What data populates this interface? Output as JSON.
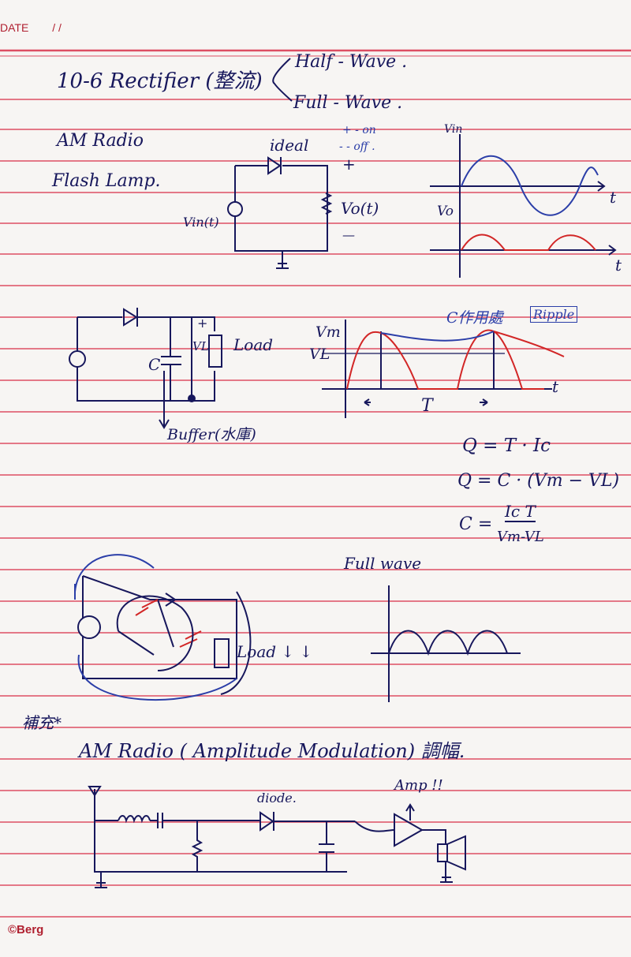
{
  "header": {
    "date_label": "DATE",
    "separators": "/      /"
  },
  "notes": {
    "title": "10-6 Rectifier (整流)",
    "half_wave": "Half - Wave .",
    "full_wave": "Full - Wave .",
    "apps": [
      "AM Radio",
      "Flash Lamp."
    ],
    "ideal": "ideal",
    "on_off_1": "+ - on",
    "on_off_2": "- - off .",
    "plus": "+",
    "minus": "—",
    "vin": "Vin(t)",
    "vo_t": "Vo(t)",
    "graph_vin": "Vin",
    "graph_vo": "Vo",
    "t": "t",
    "load": "Load",
    "vl": "VL",
    "c": "C",
    "buffer": "Buffer(水庫)",
    "vm": "Vm",
    "c_note": "C作用處",
    "ripple": "Ripple",
    "period": "T",
    "eq1": "Q = T · Ic",
    "eq2": "Q = C · (Vm − VL)",
    "eq3_num": "Ic T",
    "eq3_lhs": "C =",
    "eq3_den": "Vm-VL",
    "full_wave_label": "Full wave",
    "load_arrows": "Load ↓ ↓",
    "supplement": "補充*",
    "am_radio": "AM Radio  ( Amplitude Modulation) 調幅.",
    "diode": "diode.",
    "amp": "Amp !!"
  },
  "watermark": "©Berg",
  "colors": {
    "ink": "#17175c",
    "pen_blue": "#2b3ea8",
    "pen_red": "#d22626",
    "rule": "#d9324a"
  }
}
